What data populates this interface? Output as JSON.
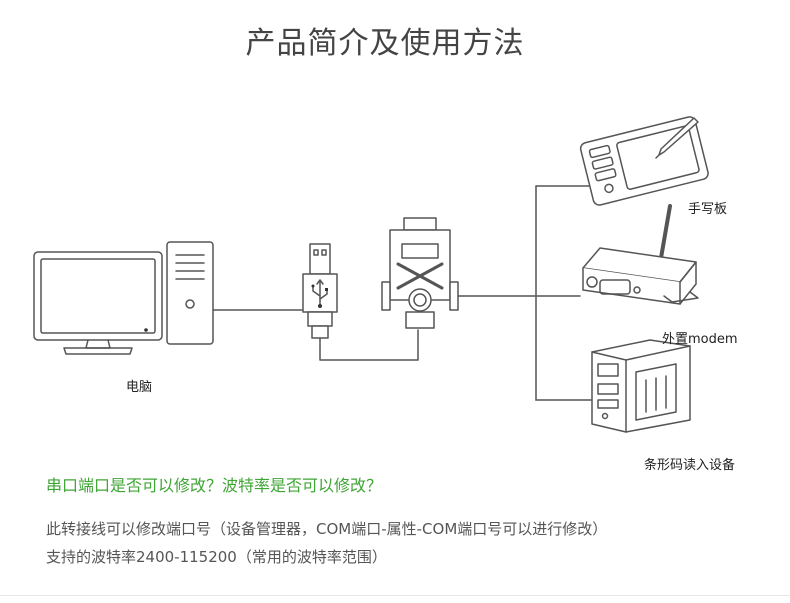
{
  "title": "产品简介及使用方法",
  "labels": {
    "computer": "电脑",
    "tablet": "手写板",
    "modem": "外置modem",
    "barcode": "条形码读入设备"
  },
  "question": "串口端口是否可以修改？波特率是否可以修改？",
  "description": [
    "此转接线可以修改端口号（设备管理器，COM端口-属性-COM端口号可以进行修改）",
    "支持的波特率2400-115200（常用的波特率范围）"
  ],
  "colors": {
    "accent_green": "#3fa535",
    "line": "#666666"
  }
}
